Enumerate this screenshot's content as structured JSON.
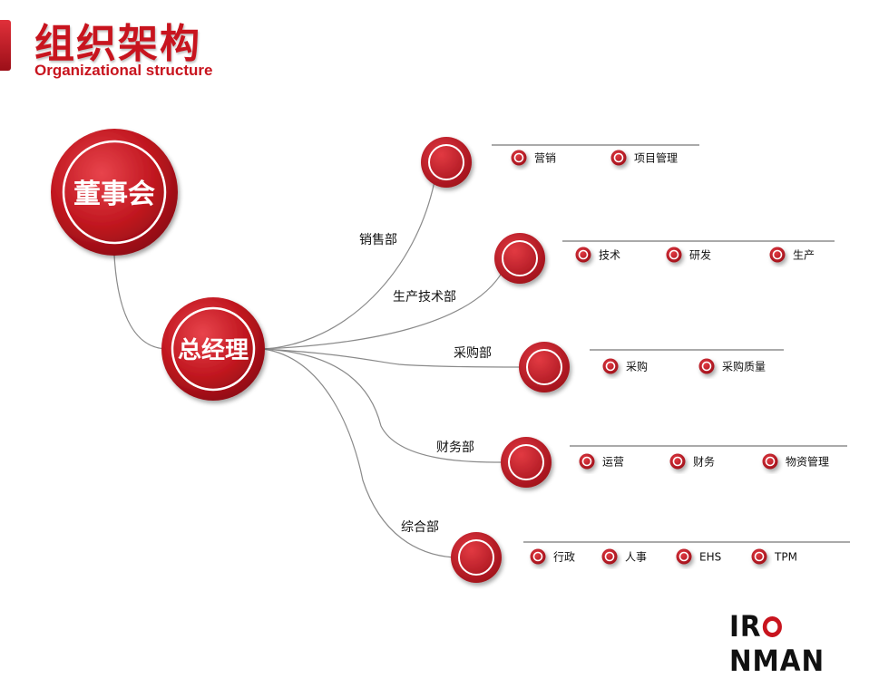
{
  "header": {
    "title_cn": "组织架构",
    "title_en": "Organizational structure"
  },
  "colors": {
    "accent": "#c8141e",
    "node_dark": "#9c0f18",
    "line": "#888888"
  },
  "nodes": {
    "board": "董事会",
    "gm": "总经理"
  },
  "departments": [
    {
      "name": "销售部",
      "items": [
        "营销",
        "项目管理"
      ]
    },
    {
      "name": "生产技术部",
      "items": [
        "技术",
        "研发",
        "生产"
      ]
    },
    {
      "name": "采购部",
      "items": [
        "采购",
        "采购质量"
      ]
    },
    {
      "name": "财务部",
      "items": [
        "运营",
        "财务",
        "物资管理"
      ]
    },
    {
      "name": "综合部",
      "items": [
        "行政",
        "人事",
        "EHS",
        "TPM"
      ]
    }
  ],
  "logo": {
    "prefix": "IR",
    "suffix": "NMAN",
    "icon": "o-ring-icon"
  }
}
